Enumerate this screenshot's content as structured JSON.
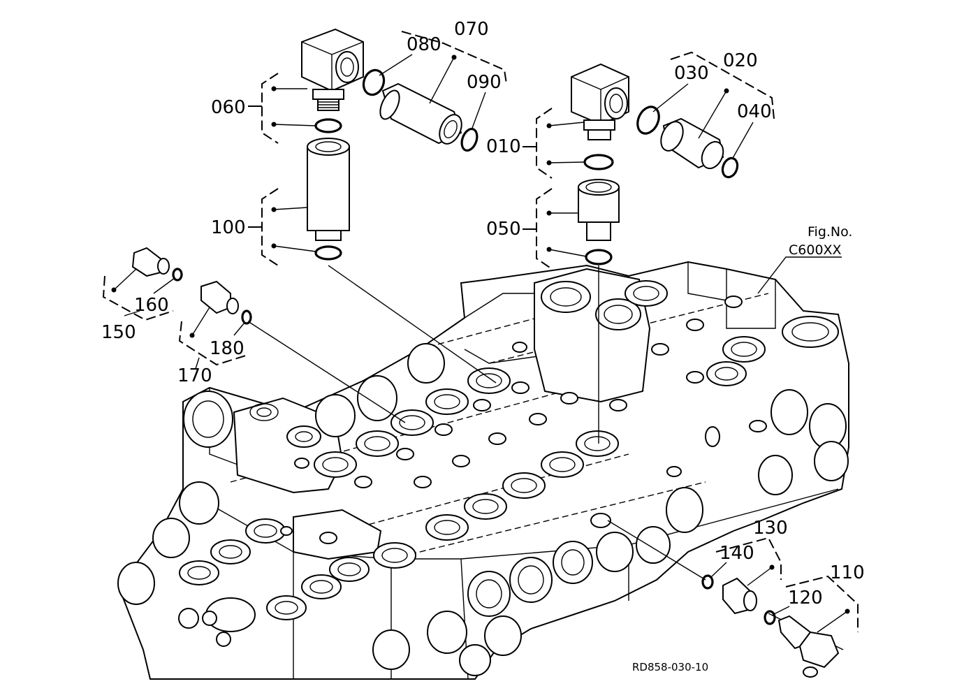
{
  "figure": {
    "fig_label": "Fig.No.",
    "fig_number": "C600XX",
    "drawing_code": "RD858-030-10"
  },
  "callouts": {
    "c010": "010",
    "c020": "020",
    "c030": "030",
    "c040": "040",
    "c050": "050",
    "c060": "060",
    "c070": "070",
    "c080": "080",
    "c090": "090",
    "c100": "100",
    "c110": "110",
    "c120": "120",
    "c130": "130",
    "c140": "140",
    "c150": "150",
    "c160": "160",
    "c170": "170",
    "c180": "180"
  },
  "colors": {
    "line": "#000000",
    "background": "#ffffff"
  }
}
